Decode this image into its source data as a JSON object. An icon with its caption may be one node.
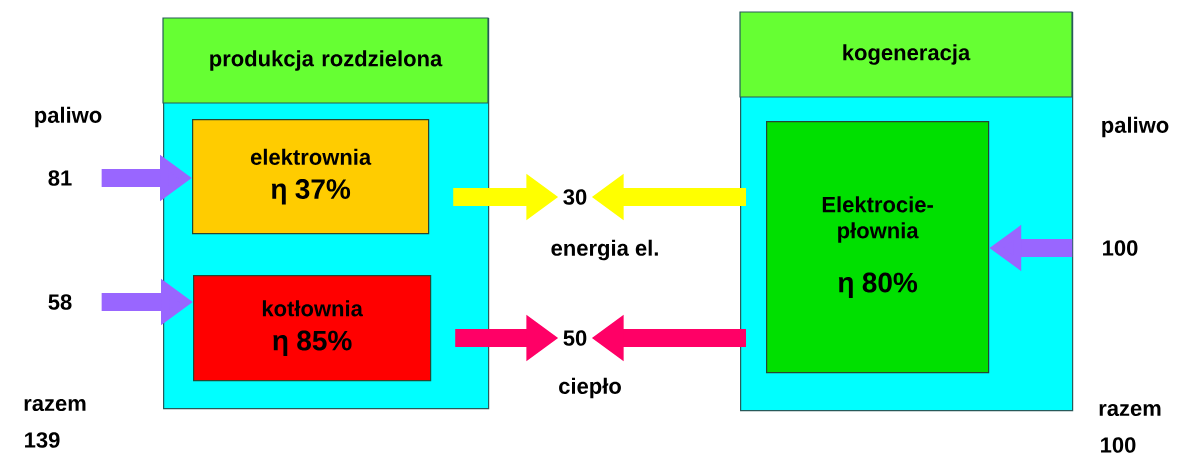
{
  "diagram": {
    "nodes": [
      {
        "text": [
          "produkcja rozdzielona"
        ]
      },
      {
        "text": [
          "elektrownia",
          "η 37%"
        ],
        "in": 0
      },
      {
        "text": [
          "kotłownia",
          "η 85%"
        ],
        "in": 0
      },
      {
        "text": [
          "kogeneracja"
        ]
      },
      {
        "text": [
          "Elektrocie- płownia",
          "η 80%"
        ],
        "in": 3
      },
      {
        "text": [
          "81"
        ]
      },
      {
        "text": [
          "58"
        ]
      },
      {
        "text": [
          "30"
        ]
      },
      {
        "text": [
          "50"
        ]
      },
      {
        "text": [
          "100"
        ]
      }
    ],
    "edges": [
      {
        "from": 5,
        "to": 1,
        "arrow": "to",
        "color": "#9966ff"
      },
      {
        "from": 6,
        "to": 2,
        "arrow": "to",
        "color": "#9966ff"
      },
      {
        "from": 1,
        "to": 7,
        "arrow": "to",
        "color": "#ffff00"
      },
      {
        "from": 2,
        "to": 8,
        "arrow": "to",
        "color": "#ff0066"
      },
      {
        "from": 4,
        "to": 7,
        "arrow": "to",
        "color": "#ffff00"
      },
      {
        "from": 4,
        "to": 8,
        "arrow": "to",
        "color": "#ff0066"
      },
      {
        "from": 9,
        "to": 4,
        "arrow": "to",
        "color": "#9966ff"
      }
    ],
    "labels": [
      "paliwo",
      "paliwo",
      "energia el.",
      "ciepło",
      "razem",
      "razem",
      "139",
      "100"
    ]
  }
}
